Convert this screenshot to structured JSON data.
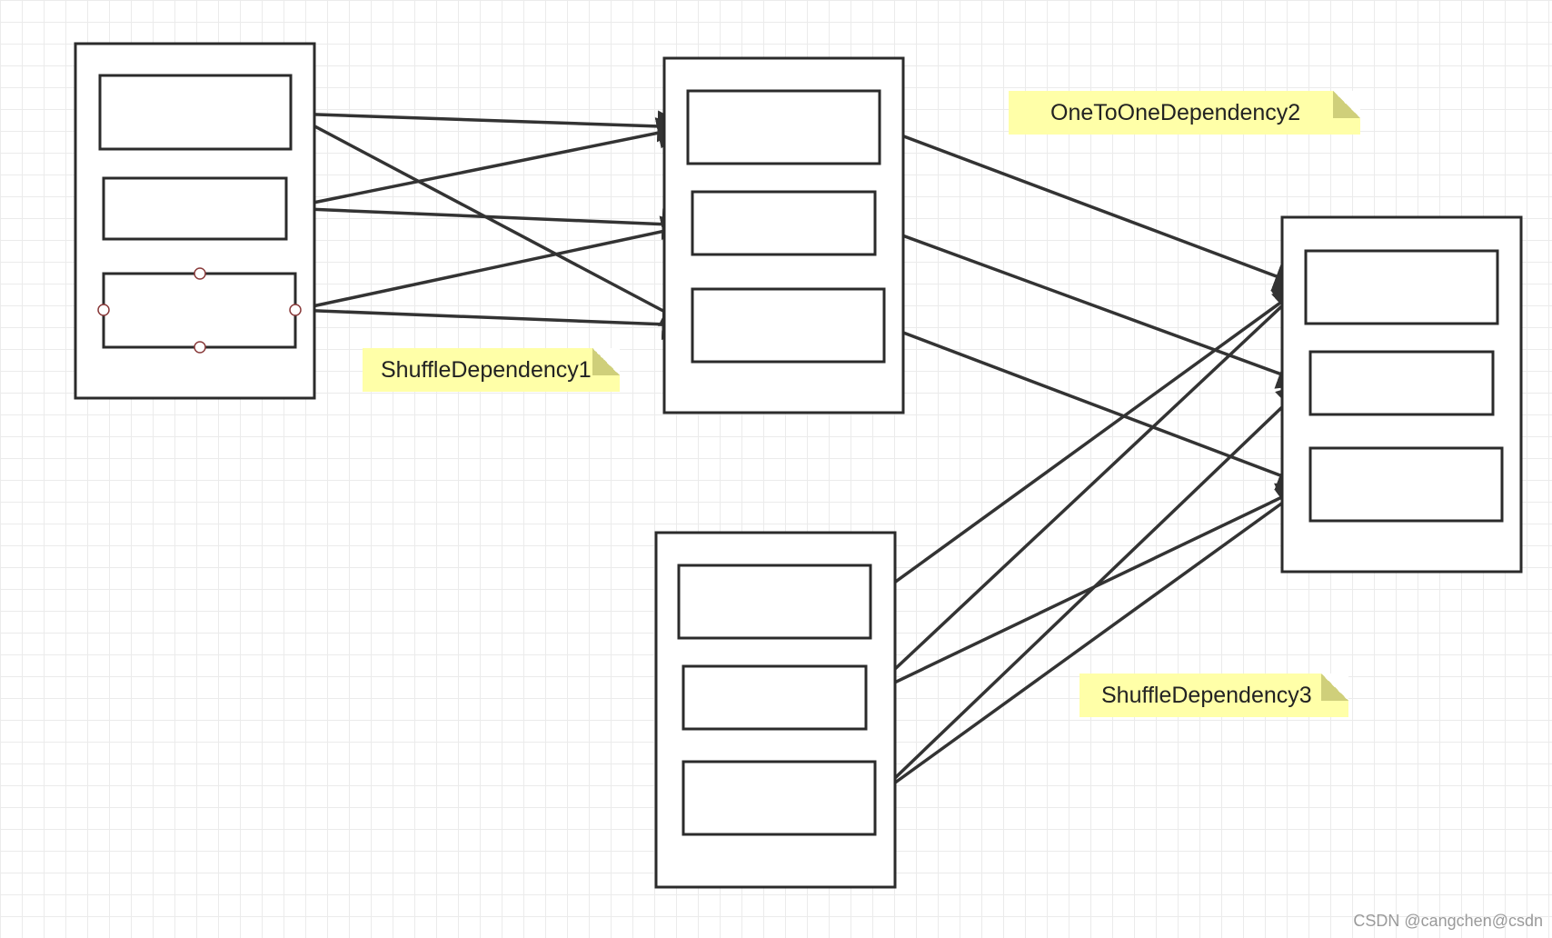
{
  "notes": {
    "shuffle_dependency_1": "ShuffleDependency1",
    "one_to_one_dependency_2": "OneToOneDependency2",
    "shuffle_dependency_3": "ShuffleDependency3"
  },
  "watermark": "CSDN @cangchen@csdn",
  "colors": {
    "grid": "#ebebeb",
    "stroke": "#2b2b2b",
    "note_fill": "#ffffa8",
    "note_fold": "#cfcf7a",
    "handle": "#8a3b3b"
  },
  "rdds": [
    {
      "id": "rdd-a",
      "partitions": 3
    },
    {
      "id": "rdd-b",
      "partitions": 3
    },
    {
      "id": "rdd-c",
      "partitions": 3
    },
    {
      "id": "rdd-d",
      "partitions": 3
    }
  ],
  "dependencies": [
    {
      "from": "rdd-a",
      "to": "rdd-b",
      "kind": "shuffle",
      "label": "notes.shuffle_dependency_1"
    },
    {
      "from": "rdd-b",
      "to": "rdd-d",
      "kind": "one-to-one",
      "label": "notes.one_to_one_dependency_2"
    },
    {
      "from": "rdd-c",
      "to": "rdd-d",
      "kind": "shuffle",
      "label": "notes.shuffle_dependency_3"
    }
  ]
}
